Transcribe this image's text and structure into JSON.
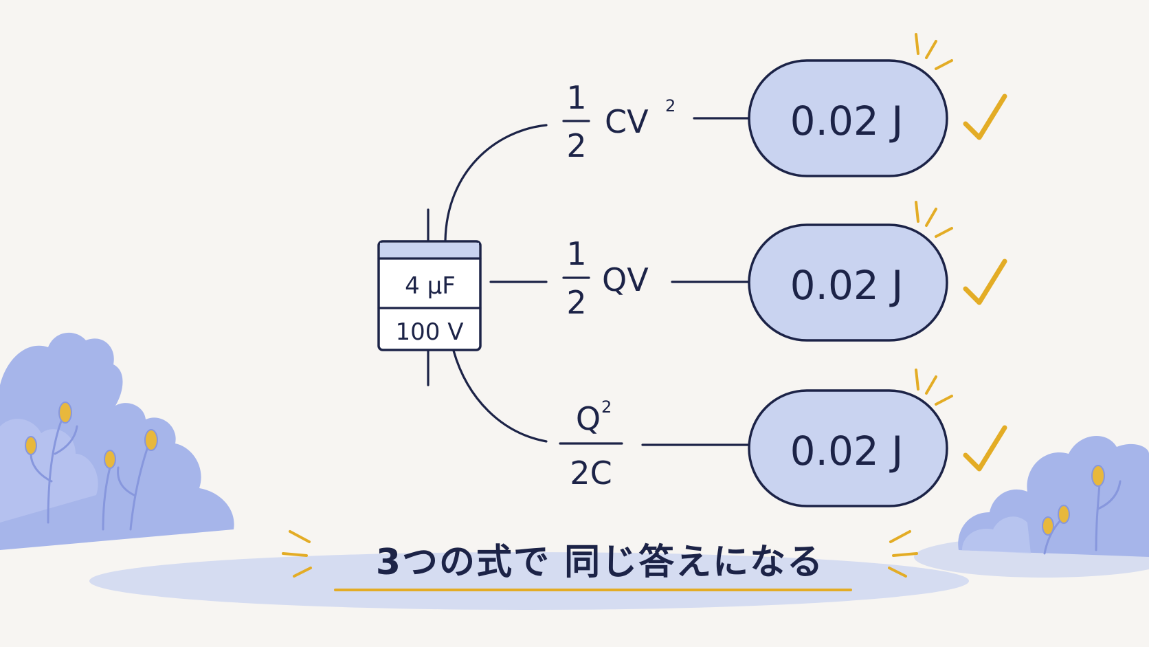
{
  "capacitor": {
    "capacitance_label": "4 μF",
    "voltage_label": "100 V"
  },
  "formulas": [
    {
      "numerator": "1",
      "denominator": "2",
      "expression": "CV",
      "exponent": "2",
      "result": "0.02 J"
    },
    {
      "numerator": "1",
      "denominator": "2",
      "expression": "QV",
      "exponent": "",
      "result": "0.02 J"
    },
    {
      "numerator": "Q",
      "numerator_exponent": "2",
      "denominator": "2C",
      "result": "0.02 J"
    }
  ],
  "caption": "3つの式で 同じ答えになる",
  "colors": {
    "ink": "#1c2347",
    "result_fill": "#c9d3f0",
    "accent_gold": "#e3ac25",
    "bush": "#a6b5ea",
    "background": "#f7f5f2"
  },
  "icons": {
    "check": "check-icon",
    "sparkle": "sparkle-icon",
    "capacitor": "capacitor-icon"
  }
}
